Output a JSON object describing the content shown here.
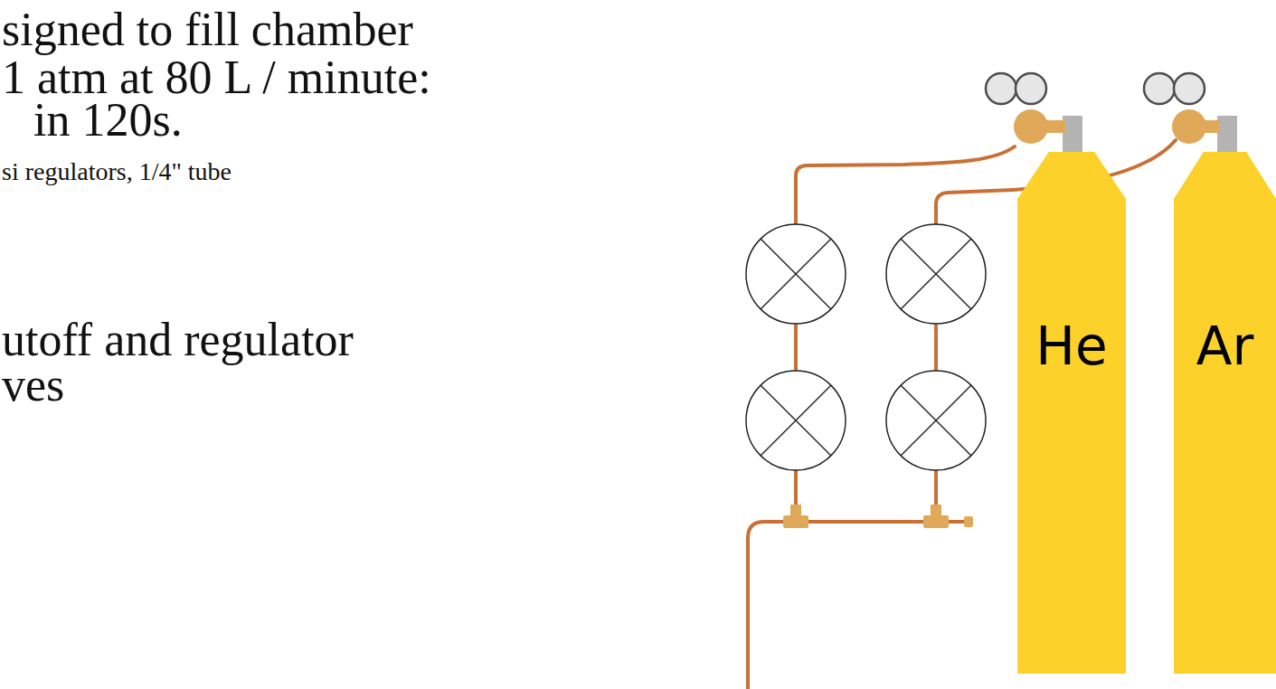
{
  "diagram": {
    "nodes": [
      {
        "text": [
          "He"
        ]
      },
      {
        "text": [
          "Ar"
        ]
      }
    ],
    "labels": [
      "signed to fill chamber",
      "1 atm at 80 L / minute:",
      "in 120s.",
      "si regulators, 1/4\" tube",
      "utoff and regulator",
      "ves"
    ]
  }
}
